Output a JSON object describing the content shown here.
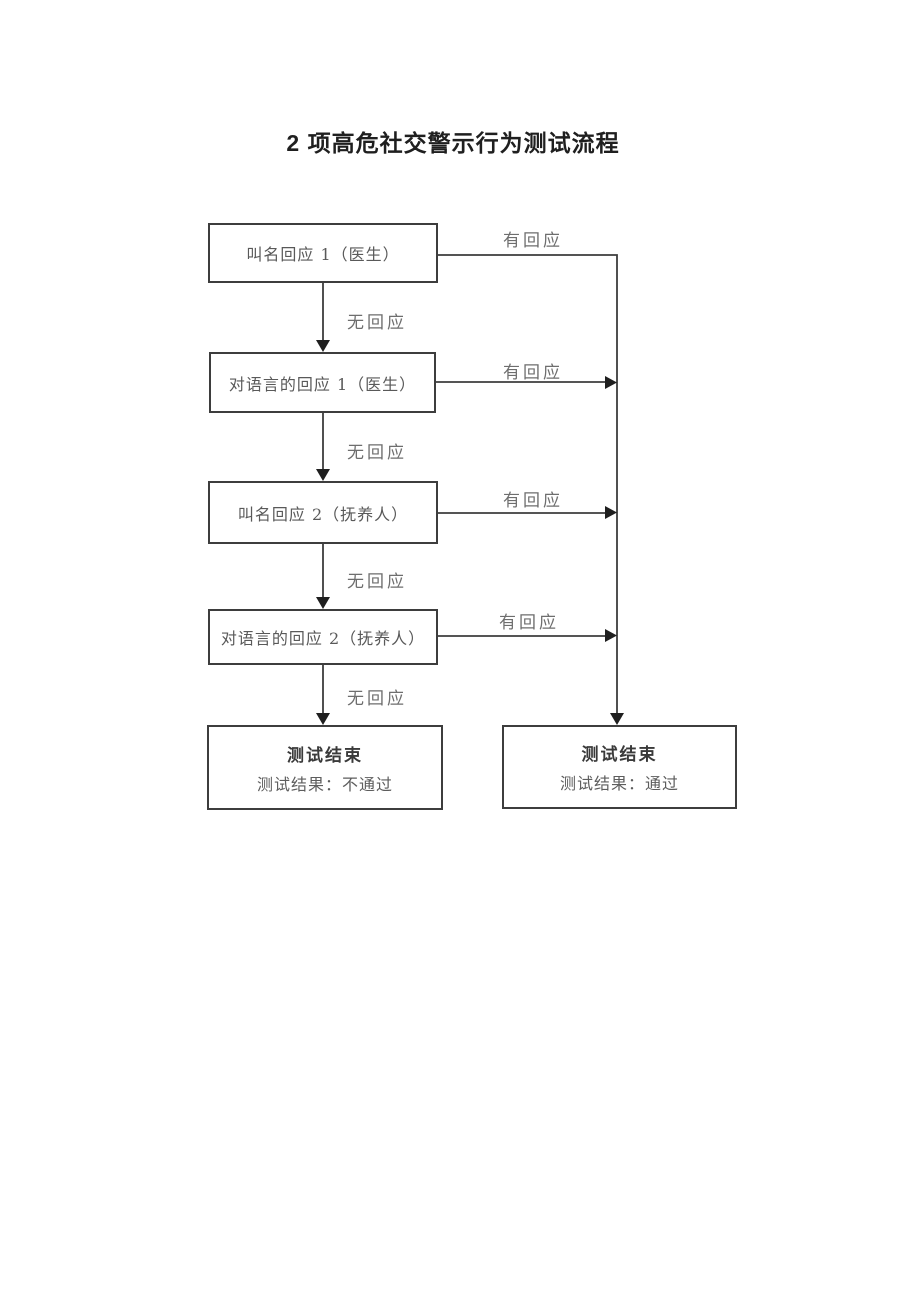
{
  "page": {
    "title": "2 项高危社交警示行为测试流程"
  },
  "flowchart": {
    "steps": [
      {
        "label": "叫名回应 1（医生）"
      },
      {
        "label": "对语言的回应 1（医生）"
      },
      {
        "label": "叫名回应 2（抚养人）"
      },
      {
        "label": "对语言的回应 2（抚养人）"
      }
    ],
    "edge_labels": {
      "no_response": "无回应",
      "has_response": "有回应"
    },
    "results": {
      "fail": {
        "title": "测试结束",
        "subtitle": "测试结果：不通过"
      },
      "pass": {
        "title": "测试结束",
        "subtitle": "测试结果：通过"
      }
    },
    "colors": {
      "line": "#3d3d3d",
      "box_border": "#3d3d3d",
      "box_text": "#595959",
      "title_text": "#1f1f1f"
    }
  }
}
